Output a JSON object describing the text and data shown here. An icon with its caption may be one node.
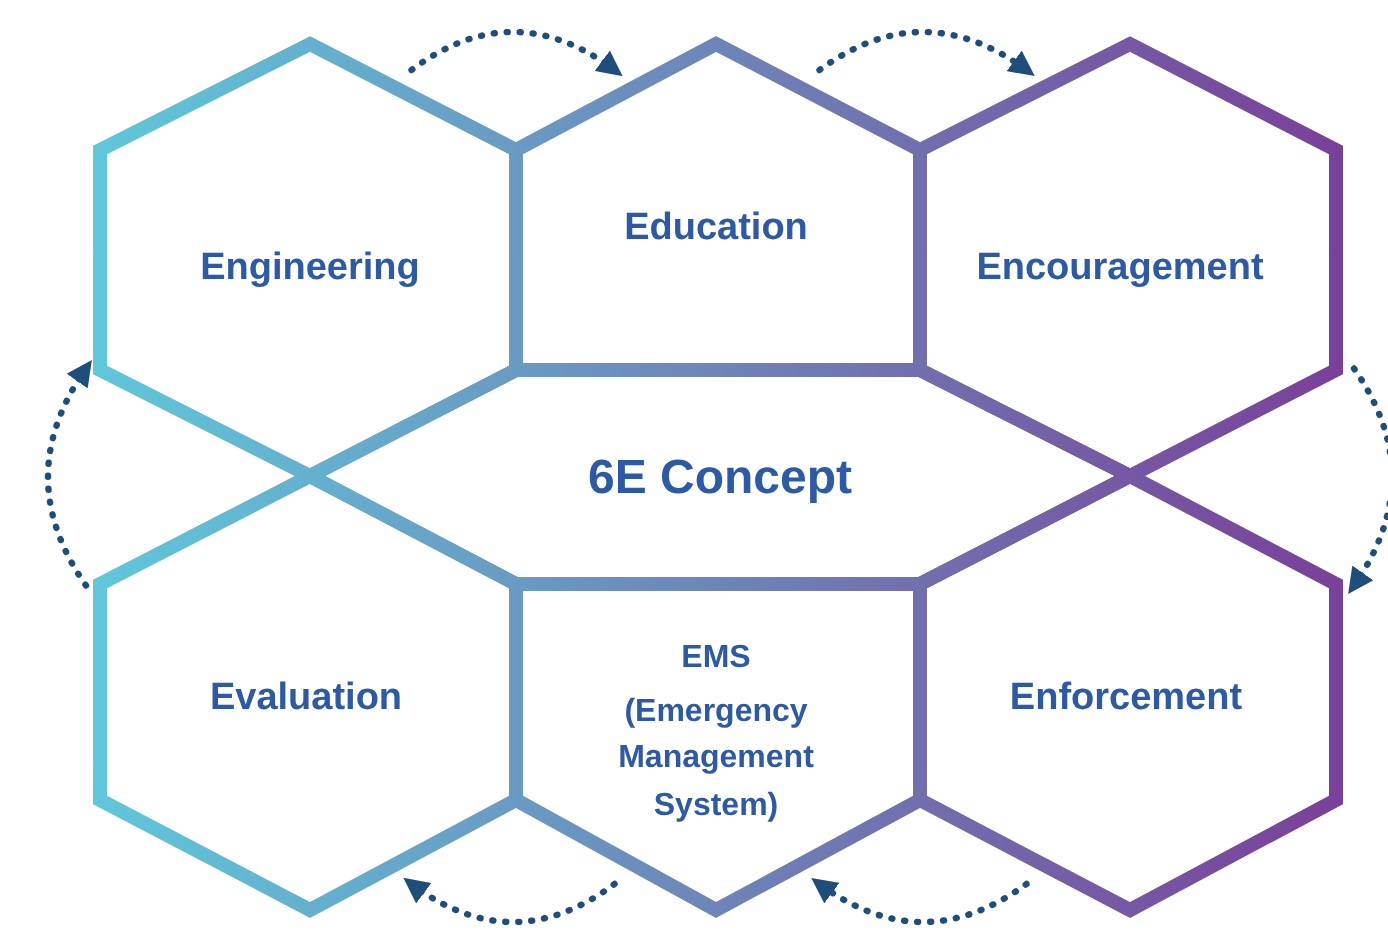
{
  "diagram": {
    "nodes": [
      {
        "text": [
          "Engineering"
        ]
      },
      {
        "text": [
          "Education"
        ]
      },
      {
        "text": [
          "Encouragement"
        ]
      },
      {
        "text": [
          "6E Concept"
        ]
      },
      {
        "text": [
          "Evaluation"
        ]
      },
      {
        "text": [
          "EMS",
          "(Emergency Management System)"
        ]
      },
      {
        "text": [
          "Enforcement"
        ]
      }
    ],
    "edges": [
      {
        "from": 0,
        "to": 1,
        "arrow": "to",
        "style": "dashed"
      },
      {
        "from": 1,
        "to": 2,
        "arrow": "to",
        "style": "dashed"
      },
      {
        "from": 2,
        "to": 6,
        "arrow": "to",
        "style": "dashed"
      },
      {
        "from": 6,
        "to": 5,
        "arrow": "to",
        "style": "dashed"
      },
      {
        "from": 5,
        "to": 4,
        "arrow": "to",
        "style": "dashed"
      },
      {
        "from": 4,
        "to": 0,
        "arrow": "to",
        "style": "dashed"
      }
    ]
  }
}
